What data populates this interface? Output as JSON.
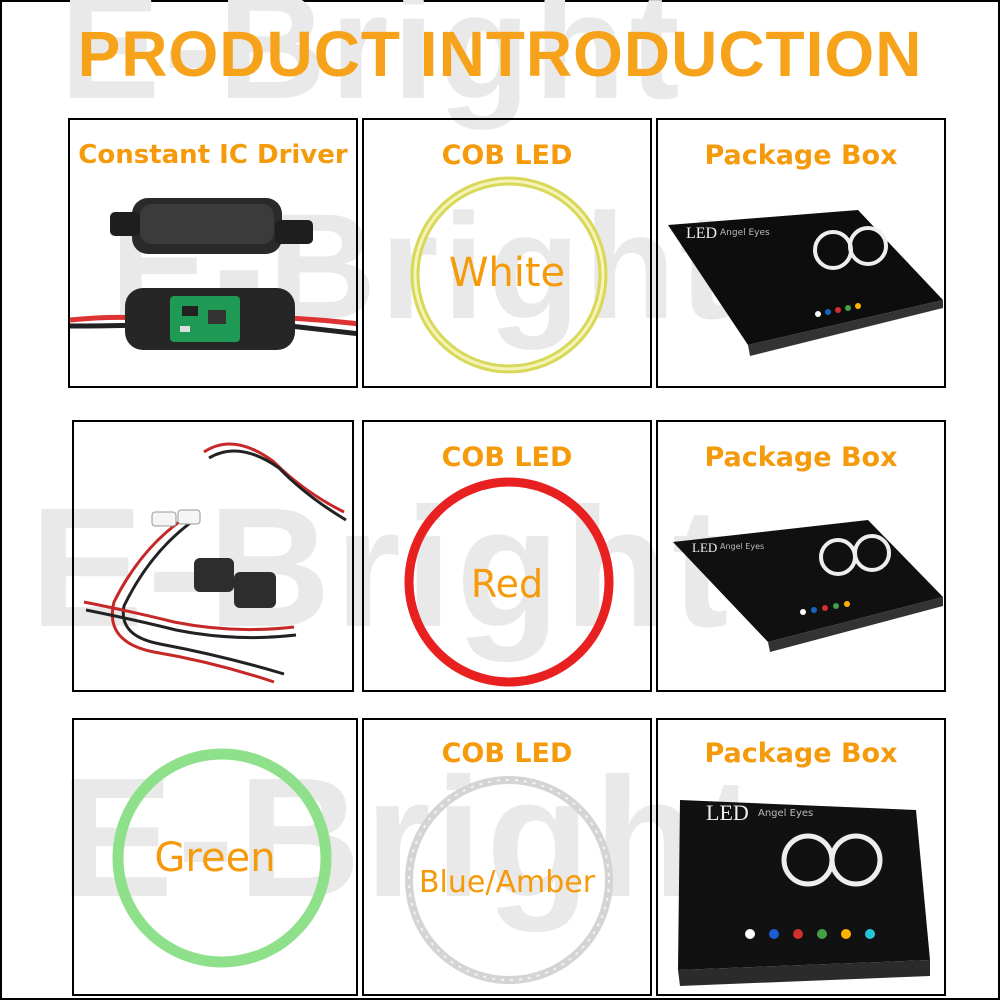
{
  "title": "PRODUCT INTRODUCTION",
  "watermark": "E-Bright",
  "colors": {
    "accent": "#f59a0b",
    "border": "#000000"
  },
  "panels": {
    "driver": {
      "label": "Constant IC Driver"
    },
    "cob1": {
      "label": "COB LED",
      "ring_text": "White"
    },
    "box1": {
      "label": "Package Box",
      "box_text": "LED",
      "box_subtext": "Angel Eyes"
    },
    "wires": {},
    "cob2": {
      "label": "COB LED",
      "ring_text": "Red"
    },
    "box2": {
      "label": "Package Box",
      "box_text": "LED",
      "box_subtext": "Angel Eyes"
    },
    "green": {
      "ring_text": "Green"
    },
    "cob3": {
      "label": "COB LED",
      "ring_text": "Blue/Amber"
    },
    "box3": {
      "label": "Package Box",
      "box_text": "LED",
      "box_subtext": "Angel Eyes"
    }
  }
}
